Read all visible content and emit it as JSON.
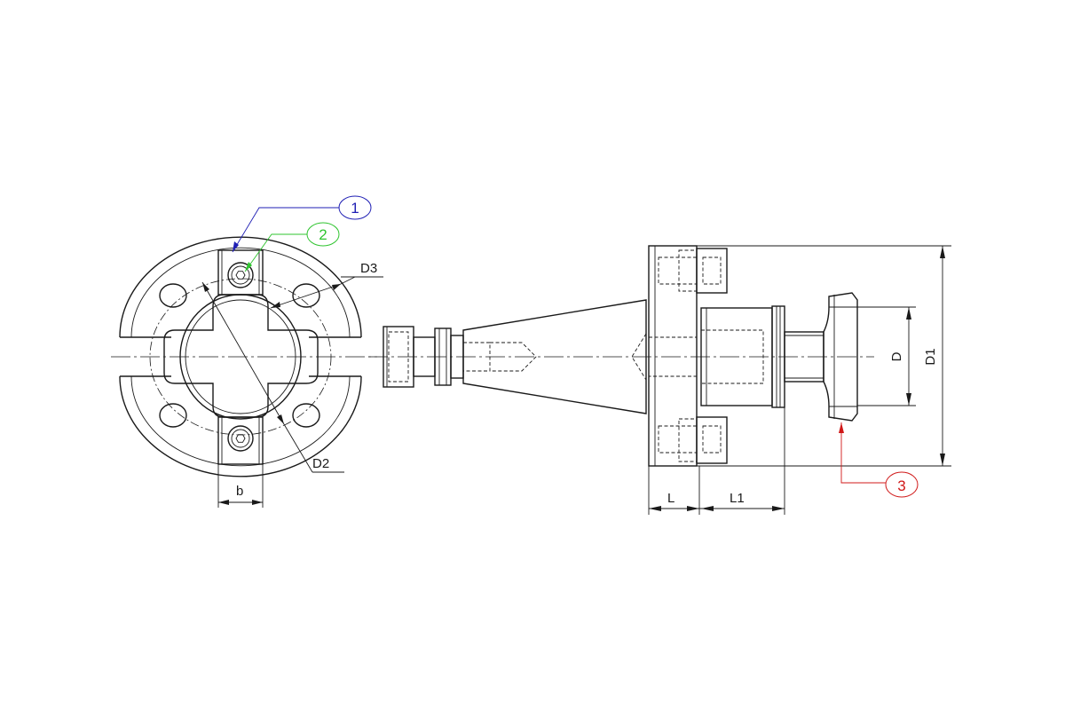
{
  "labels": {
    "b": "b",
    "D2": "D2",
    "D3": "D3",
    "L": "L",
    "L1": "L1",
    "D": "D",
    "D1": "D1"
  },
  "balloons": [
    {
      "number": "1",
      "color": "#1f1fb4"
    },
    {
      "number": "2",
      "color": "#2fc42f"
    },
    {
      "number": "3",
      "color": "#d01818"
    }
  ],
  "line_color": "#1a1a1a",
  "background": "#ffffff"
}
